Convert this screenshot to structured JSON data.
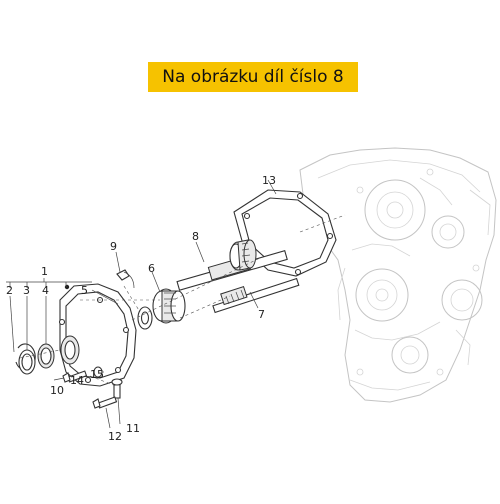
{
  "banner": {
    "text": "Na obrázku díl číslo 8"
  },
  "callouts": {
    "c1": "1",
    "c2": "2",
    "c3": "3",
    "c4": "4",
    "c5": "5",
    "c6": "6",
    "c7": "7",
    "c8": "8",
    "c9": "9",
    "c10": "10",
    "c11": "11",
    "c12": "12",
    "c13": "13",
    "c14": "14",
    "c15": "15"
  }
}
